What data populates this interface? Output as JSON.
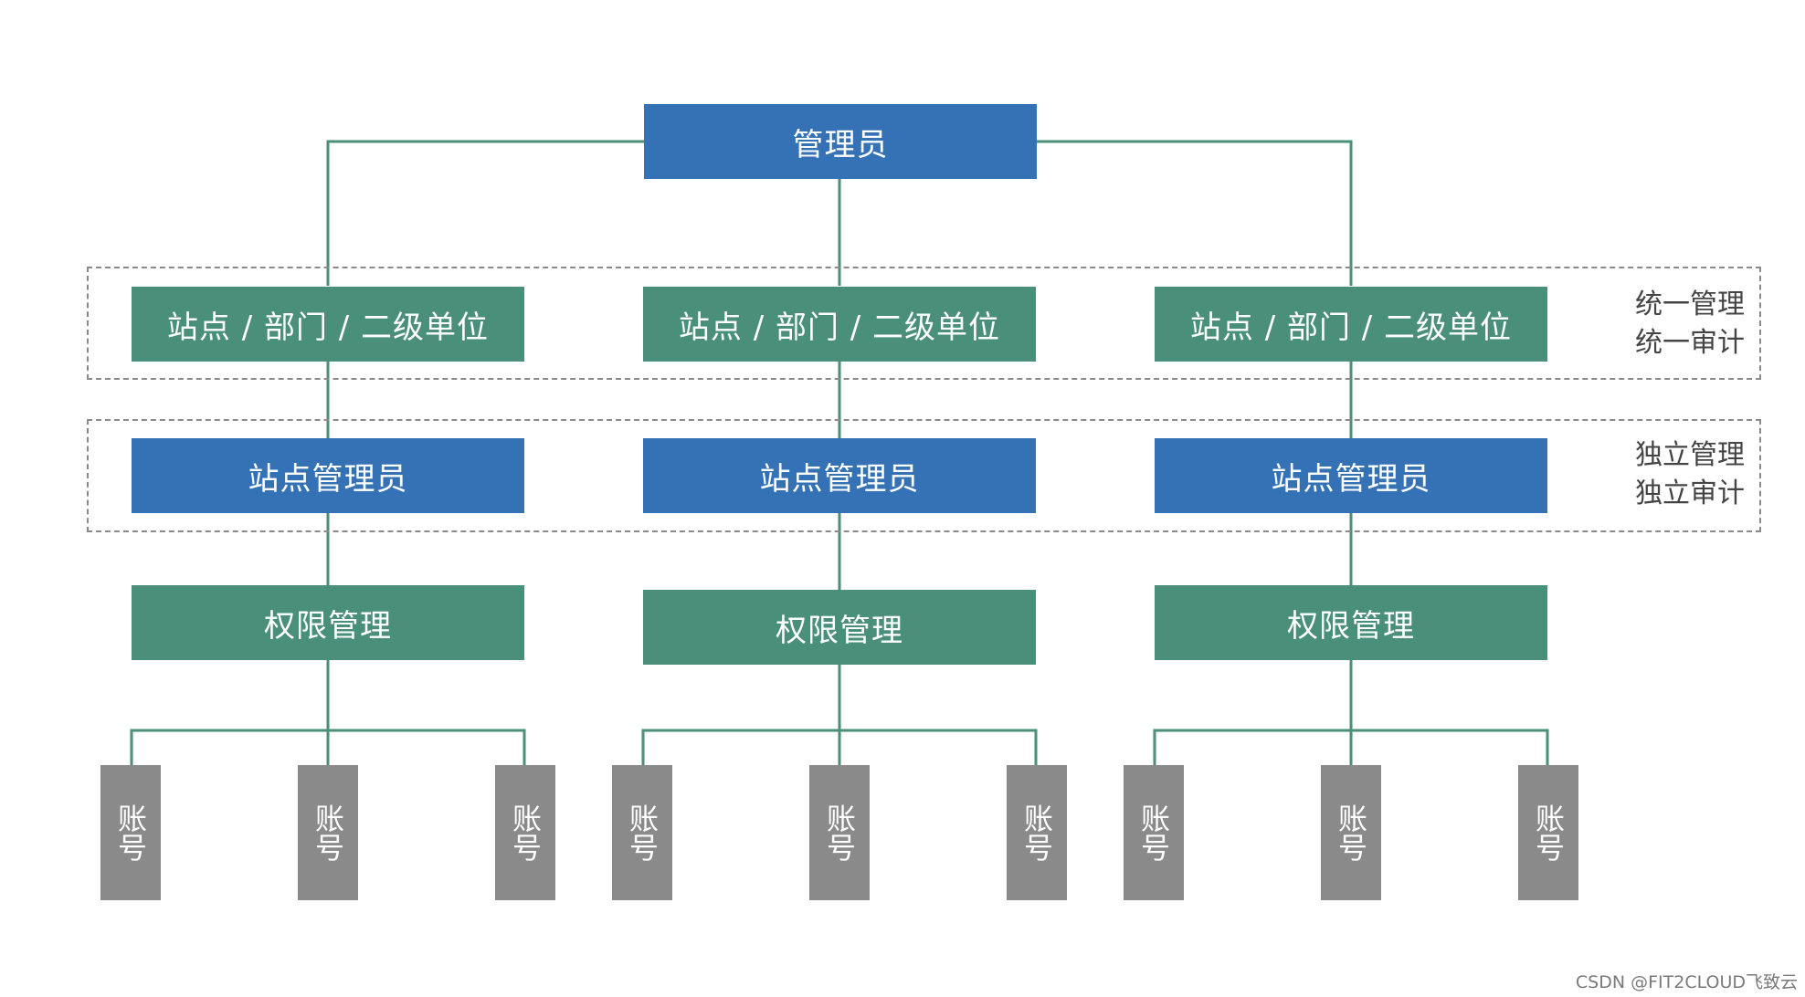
{
  "root": {
    "label": "管理员"
  },
  "branches": [
    {
      "unit": "站点 / 部门 / 二级单位",
      "site_admin": "站点管理员",
      "permission": "权限管理",
      "accounts": [
        "账号",
        "账号",
        "账号"
      ]
    },
    {
      "unit": "站点 / 部门 / 二级单位",
      "site_admin": "站点管理员",
      "permission": "权限管理",
      "accounts": [
        "账号",
        "账号",
        "账号"
      ]
    },
    {
      "unit": "站点 / 部门 / 二级单位",
      "site_admin": "站点管理员",
      "permission": "权限管理",
      "accounts": [
        "账号",
        "账号",
        "账号"
      ]
    }
  ],
  "zones": {
    "unified": {
      "line1": "统一管理",
      "line2": "统一审计"
    },
    "independent": {
      "line1": "独立管理",
      "line2": "独立审计"
    }
  },
  "watermark": "CSDN @FIT2CLOUD飞致云",
  "colors": {
    "blue_box": "#3572b5",
    "green_box": "#4a8f79",
    "account_box": "#8a8a8a",
    "connector": "#4a8f79",
    "dashed_border": "#8a8a8a"
  }
}
